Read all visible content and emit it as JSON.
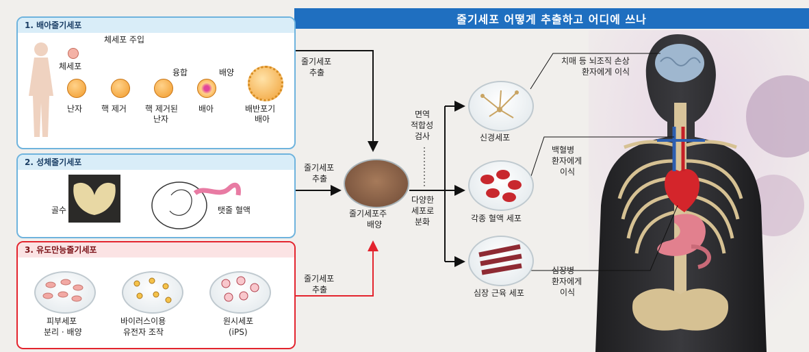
{
  "title": "줄기세포 어떻게 추출하고 어디에 쓰나",
  "panel1": {
    "heading": "1. 배아줄기세포",
    "somatic_injection": "체세포 주입",
    "somatic_cell": "체세포",
    "fusion": "융합",
    "culture": "배양",
    "egg": "난자",
    "nucleus_removal": "핵 제거",
    "enucleated_egg_1": "핵 제거된",
    "enucleated_egg_2": "난자",
    "embryo": "배아",
    "blastocyst_1": "배반포기",
    "blastocyst_2": "배아"
  },
  "panel2": {
    "heading": "2. 성체줄기세포",
    "bone_marrow": "골수",
    "cord_blood": "탯줄 혈액"
  },
  "panel3": {
    "heading": "3. 유도만능줄기세포",
    "skin_1": "피부세포",
    "skin_2": "분리 · 배양",
    "virus_1": "바이러스이용",
    "virus_2": "유전자 조작",
    "primitive_1": "원시세포",
    "primitive_2": "(iPS)"
  },
  "flow": {
    "extract_a1": "줄기세포",
    "extract_a2": "추출",
    "extract_b1": "줄기세포",
    "extract_b2": "추출",
    "extract_c1": "줄기세포",
    "extract_c2": "추출",
    "culture_1": "줄기세포주",
    "culture_2": "배양",
    "immune_1": "면역",
    "immune_2": "적합성",
    "immune_3": "검사",
    "diff_1": "다양한",
    "diff_2": "세포로",
    "diff_3": "분화"
  },
  "outcomes": {
    "nerve": "신경세포",
    "blood": "각종 혈액 세포",
    "muscle": "심장 근육 세포"
  },
  "uses": {
    "brain_1": "치매 등 뇌조직 손상",
    "brain_2": "환자에게 이식",
    "leuk_1": "백혈병",
    "leuk_2": "환자에게",
    "leuk_3": "이식",
    "heart_1": "심장병",
    "heart_2": "환자에게",
    "heart_3": "이식"
  },
  "colors": {
    "banner": "#1f6fc0",
    "panel_border_blue": "#6eb3dd",
    "panel_border_red": "#e3232d"
  }
}
